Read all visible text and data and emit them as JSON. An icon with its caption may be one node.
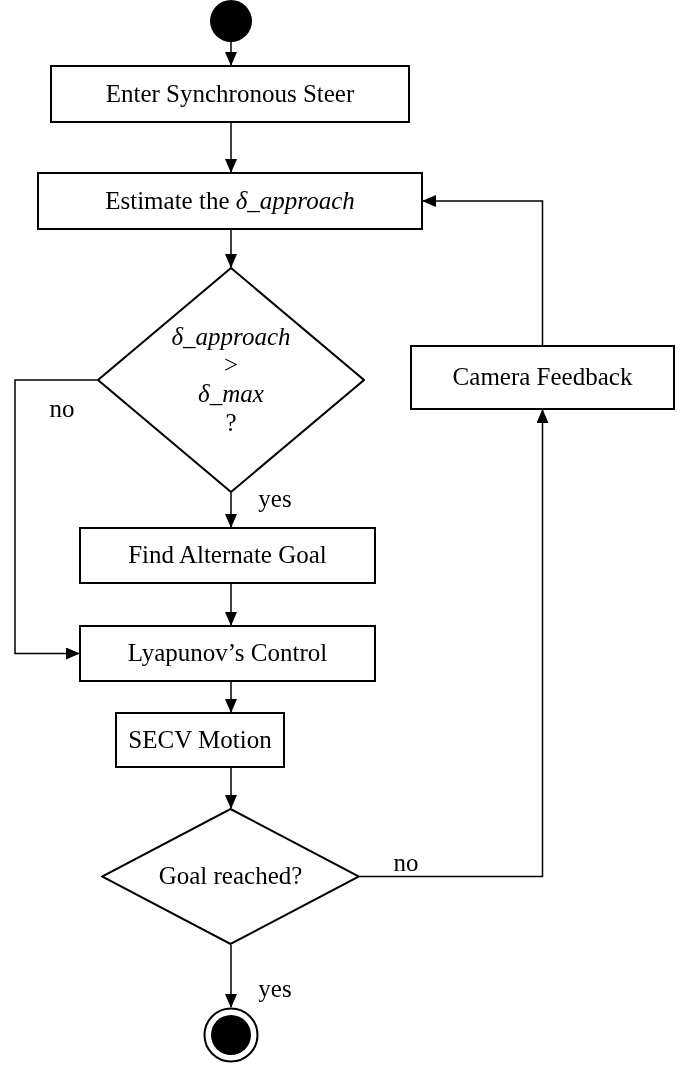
{
  "diagram": {
    "nodes": [
      {
        "text": [],
        "shape": "circle"
      },
      {
        "text": [
          "Enter Synchronous Steer"
        ]
      },
      {
        "text": [
          "Estimate the *δ_approach*"
        ]
      },
      {
        "text": [
          "*δ_approach* > *δ_max* ?"
        ]
      },
      {
        "text": [
          "Find Alternate Goal"
        ]
      },
      {
        "text": [
          "Lyapunov’s Control"
        ]
      },
      {
        "text": [
          "SECV Motion"
        ]
      },
      {
        "text": [
          "Goal reached?"
        ]
      },
      {
        "text": [],
        "shape": "circle"
      },
      {
        "text": [
          "Camera Feedback"
        ]
      }
    ],
    "edges": [
      {
        "from": 0,
        "to": 1,
        "arrow": "to"
      },
      {
        "from": 1,
        "to": 2,
        "arrow": "to"
      },
      {
        "from": 2,
        "to": 3,
        "arrow": "to"
      },
      {
        "from": 3,
        "to": 4,
        "arrow": "to",
        "label": "yes"
      },
      {
        "from": 3,
        "to": 5,
        "arrow": "to",
        "label": "no"
      },
      {
        "from": 4,
        "to": 5,
        "arrow": "to"
      },
      {
        "from": 5,
        "to": 6,
        "arrow": "to"
      },
      {
        "from": 6,
        "to": 7,
        "arrow": "to"
      },
      {
        "from": 7,
        "to": 8,
        "arrow": "to",
        "label": "yes"
      },
      {
        "from": 7,
        "to": 9,
        "arrow": "to",
        "label": "no"
      },
      {
        "from": 9,
        "to": 2,
        "arrow": "to"
      }
    ]
  }
}
